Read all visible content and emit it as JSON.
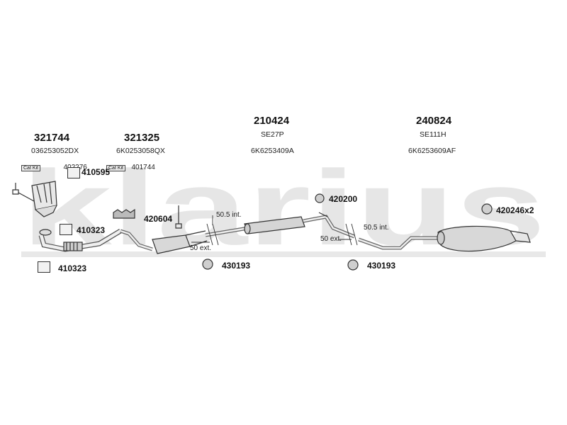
{
  "watermark": "klarius",
  "groups": [
    {
      "number": "321744",
      "code": "036253052DX"
    },
    {
      "number": "321325",
      "code": "6K0253058QX"
    },
    {
      "number": "210424",
      "sub": "SE27P",
      "code": "6K6253409A"
    },
    {
      "number": "240824",
      "sub": "SE111H",
      "code": "6K6253609AF"
    }
  ],
  "catkits": [
    {
      "label": "Cat Kit",
      "number": "402276"
    },
    {
      "label": "Cat Kit",
      "number": "401744"
    }
  ],
  "parts": [
    {
      "number": "410595"
    },
    {
      "number": "410323"
    },
    {
      "number": "410323"
    },
    {
      "number": "420604"
    },
    {
      "number": "420200"
    },
    {
      "number": "430193"
    },
    {
      "number": "430193"
    },
    {
      "number": "420246x2"
    }
  ],
  "dims": [
    {
      "label": "50.5 int."
    },
    {
      "label": "50 ext."
    },
    {
      "label": "50.5 int."
    },
    {
      "label": "50 ext."
    }
  ]
}
